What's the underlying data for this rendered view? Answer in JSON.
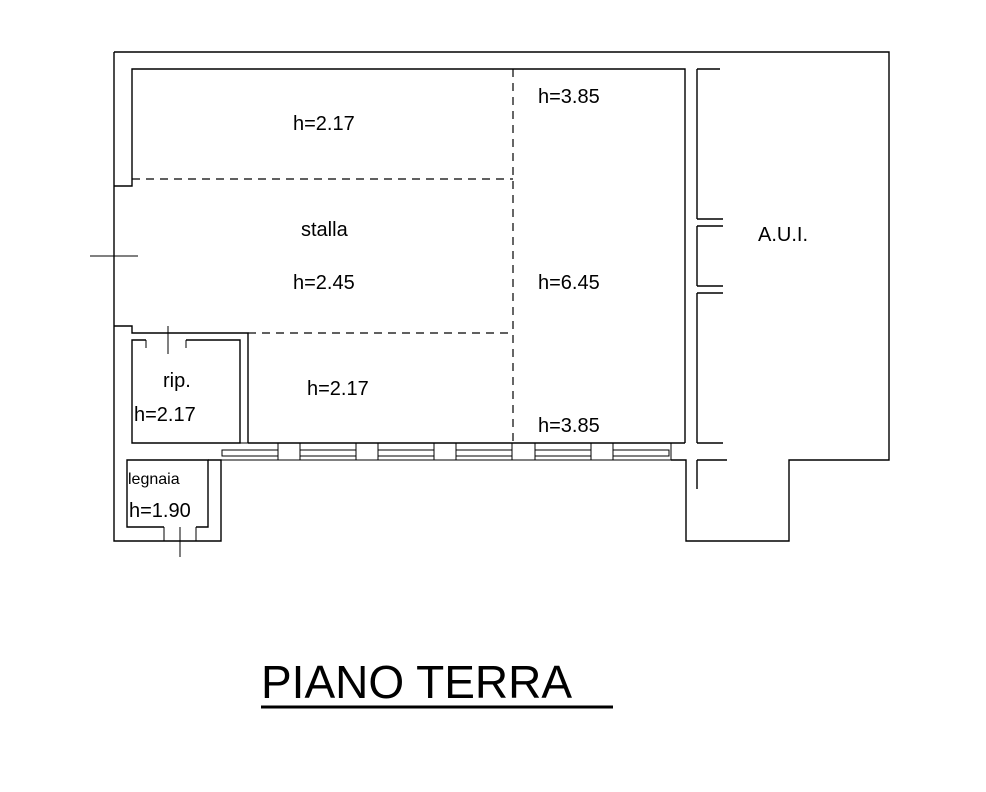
{
  "title": "PIANO TERRA",
  "rooms": {
    "top_left_height": "h=2.17",
    "stalla_name": "stalla",
    "stalla_height": "h=2.45",
    "bottom_mid_height": "h=2.17",
    "right_top_height": "h=3.85",
    "right_mid_height": "h=6.45",
    "right_bottom_height": "h=3.85",
    "rip_name": "rip.",
    "rip_height": "h=2.17",
    "legnaia_name": "legnaia",
    "legnaia_height": "h=1.90",
    "aui_name": "A.U.I."
  }
}
